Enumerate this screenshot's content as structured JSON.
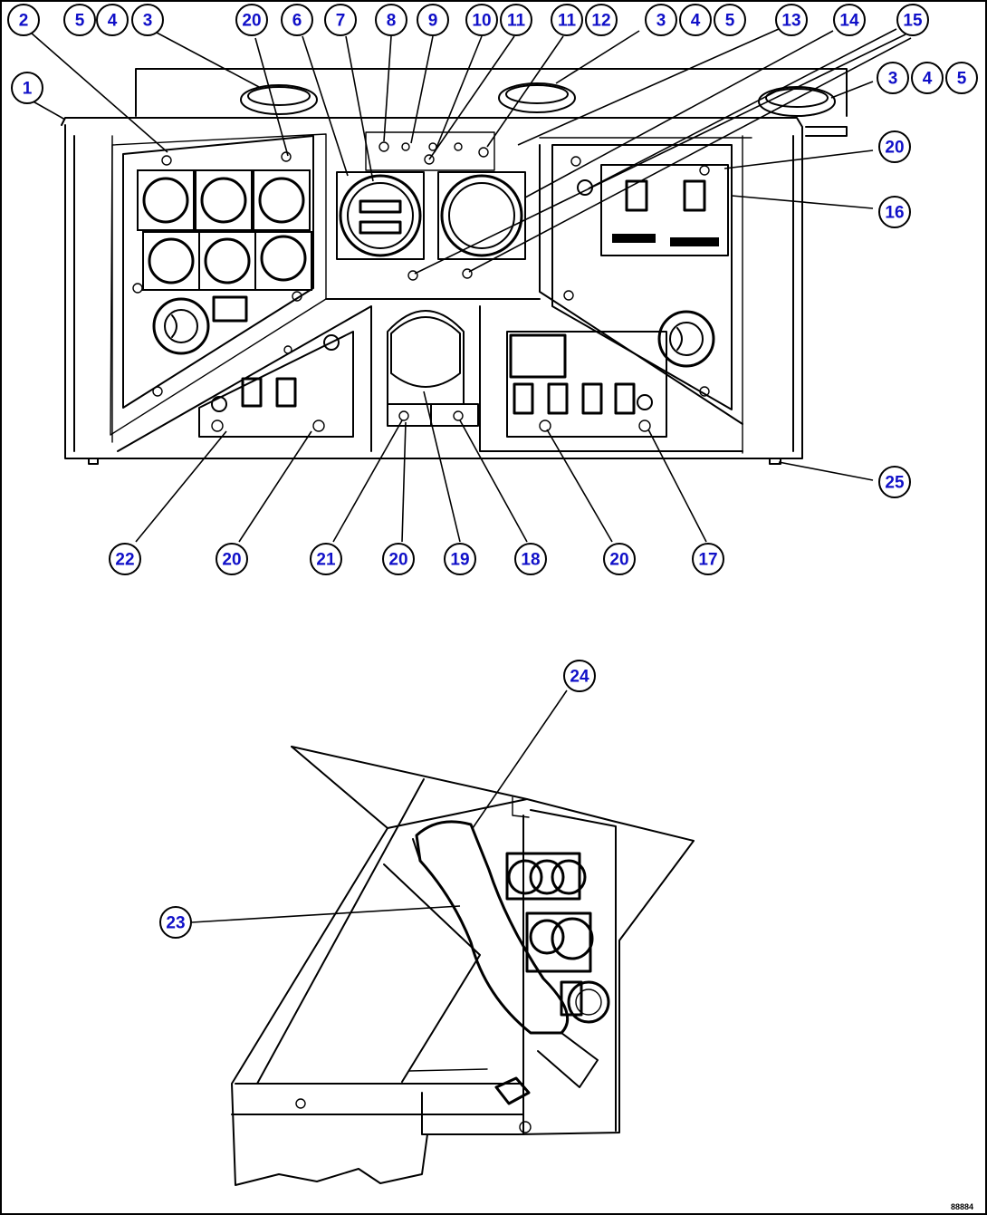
{
  "figure": {
    "reference_code": "88884"
  },
  "callouts": [
    {
      "id": "c1",
      "label": "1"
    },
    {
      "id": "c2",
      "label": "2"
    },
    {
      "id": "c5a",
      "label": "5"
    },
    {
      "id": "c4a",
      "label": "4"
    },
    {
      "id": "c3a",
      "label": "3"
    },
    {
      "id": "c20a",
      "label": "20"
    },
    {
      "id": "c6",
      "label": "6"
    },
    {
      "id": "c7",
      "label": "7"
    },
    {
      "id": "c8",
      "label": "8"
    },
    {
      "id": "c9",
      "label": "9"
    },
    {
      "id": "c10",
      "label": "10"
    },
    {
      "id": "c11a",
      "label": "11"
    },
    {
      "id": "c11b",
      "label": "11"
    },
    {
      "id": "c12",
      "label": "12"
    },
    {
      "id": "c3b",
      "label": "3"
    },
    {
      "id": "c4b",
      "label": "4"
    },
    {
      "id": "c5b",
      "label": "5"
    },
    {
      "id": "c13",
      "label": "13"
    },
    {
      "id": "c14",
      "label": "14"
    },
    {
      "id": "c15",
      "label": "15"
    },
    {
      "id": "c3c",
      "label": "3"
    },
    {
      "id": "c4c",
      "label": "4"
    },
    {
      "id": "c5c",
      "label": "5"
    },
    {
      "id": "c20b",
      "label": "20"
    },
    {
      "id": "c16",
      "label": "16"
    },
    {
      "id": "c25",
      "label": "25"
    },
    {
      "id": "c22",
      "label": "22"
    },
    {
      "id": "c20c",
      "label": "20"
    },
    {
      "id": "c21",
      "label": "21"
    },
    {
      "id": "c20d",
      "label": "20"
    },
    {
      "id": "c19",
      "label": "19"
    },
    {
      "id": "c18",
      "label": "18"
    },
    {
      "id": "c20e",
      "label": "20"
    },
    {
      "id": "c17",
      "label": "17"
    },
    {
      "id": "c24",
      "label": "24"
    },
    {
      "id": "c23",
      "label": "23"
    }
  ]
}
